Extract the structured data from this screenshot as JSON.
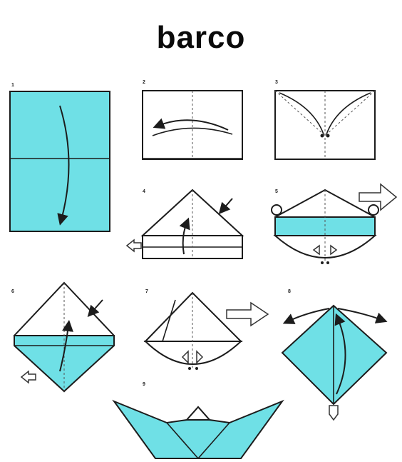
{
  "title": "barco",
  "colors": {
    "paper": "#6fe0e6",
    "outline": "#1c1c1c",
    "background": "#ffffff"
  },
  "steps": [
    {
      "id": 1,
      "label": "1"
    },
    {
      "id": 2,
      "label": "2"
    },
    {
      "id": 3,
      "label": "3"
    },
    {
      "id": 4,
      "label": "4"
    },
    {
      "id": 5,
      "label": "5"
    },
    {
      "id": 6,
      "label": "6"
    },
    {
      "id": 7,
      "label": "7"
    },
    {
      "id": 8,
      "label": "8"
    },
    {
      "id": 9,
      "label": "9"
    }
  ]
}
